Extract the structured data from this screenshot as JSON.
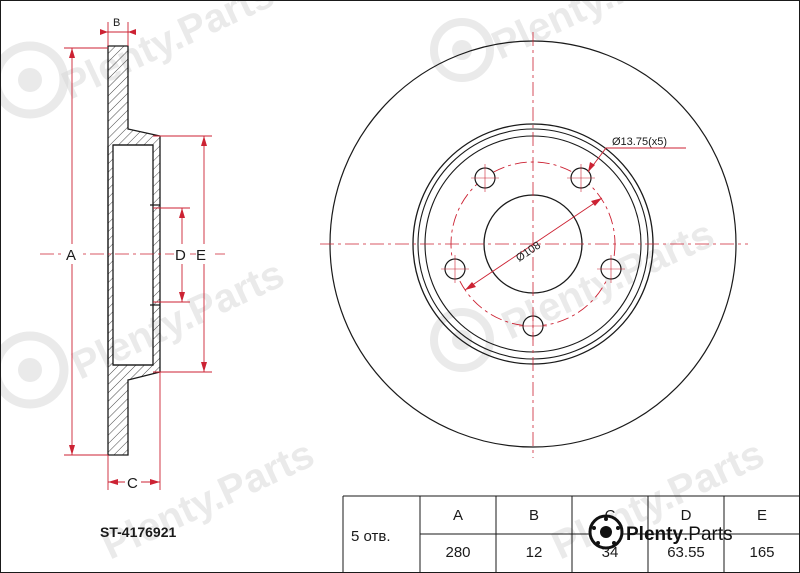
{
  "part_number": "ST-4176921",
  "hole_count_label": "5 отв.",
  "brand": {
    "name_bold": "Plenty",
    "name_rest": ".Parts"
  },
  "watermark": "Plenty.Parts",
  "diagram_labels": {
    "a": "A",
    "b": "B",
    "c": "C",
    "d": "D",
    "e": "E",
    "pcd": "Ø108",
    "bolt_hole": "Ø13.75(x5)"
  },
  "spec_table": {
    "headers": [
      "A",
      "B",
      "C",
      "D",
      "E"
    ],
    "values": [
      "280",
      "12",
      "34",
      "63.55",
      "165"
    ]
  },
  "colors": {
    "dimension": "#cc2233",
    "line": "#1a1a1a",
    "watermark": "#d9d9d9"
  }
}
